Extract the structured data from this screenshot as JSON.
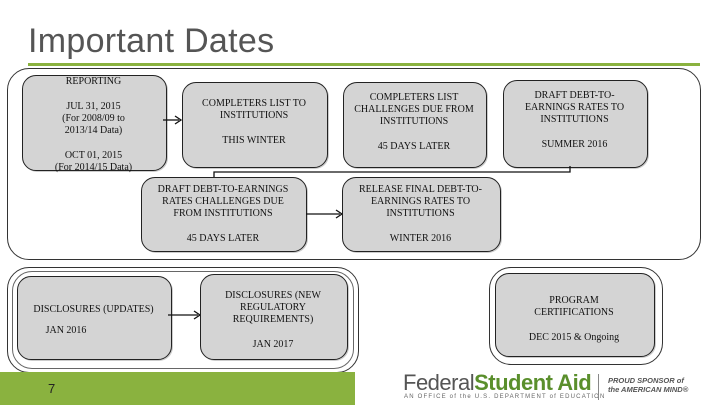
{
  "title": "Important Dates",
  "reporting": {
    "header": "REPORTING",
    "date1": "JUL 31, 2015",
    "date1_note": "(For 2008/09 to 2013/14 Data)",
    "date2": "OCT 01, 2015",
    "date2_note": "(For 2014/15 Data)"
  },
  "steps": [
    {
      "label": "COMPLETERS LIST TO INSTITUTIONS",
      "date": "THIS WINTER"
    },
    {
      "label": "COMPLETERS LIST CHALLENGES DUE FROM INSTITUTIONS",
      "date": "45 DAYS LATER"
    },
    {
      "label": "DRAFT DEBT-TO-EARNINGS RATES TO INSTITUTIONS",
      "date": "SUMMER 2016"
    },
    {
      "label": "DRAFT DEBT-TO-EARNINGS RATES CHALLENGES DUE FROM INSTITUTIONS",
      "date": "45 DAYS LATER"
    },
    {
      "label": "RELEASE FINAL DEBT-TO-EARNINGS RATES TO INSTITUTIONS",
      "date": "WINTER 2016"
    }
  ],
  "disclosures": [
    {
      "label": "DISCLOSURES (UPDATES)",
      "date": "JAN 2016"
    },
    {
      "label": "DISCLOSURES (NEW REGULATORY REQUIREMENTS)",
      "date": "JAN 2017"
    }
  ],
  "certifications": {
    "label": "PROGRAM CERTIFICATIONS",
    "date": "DEC 2015 & Ongoing"
  },
  "footer": {
    "page_number": "7",
    "brand_part1": "Federal",
    "brand_part2": "Student Aid",
    "brand_sub": "AN OFFICE of the U.S. DEPARTMENT of EDUCATION",
    "sponsor": "PROUD SPONSOR of the AMERICAN MIND®"
  },
  "colors": {
    "accent": "#8ab23f",
    "box_fill": "#d4d4d4"
  }
}
